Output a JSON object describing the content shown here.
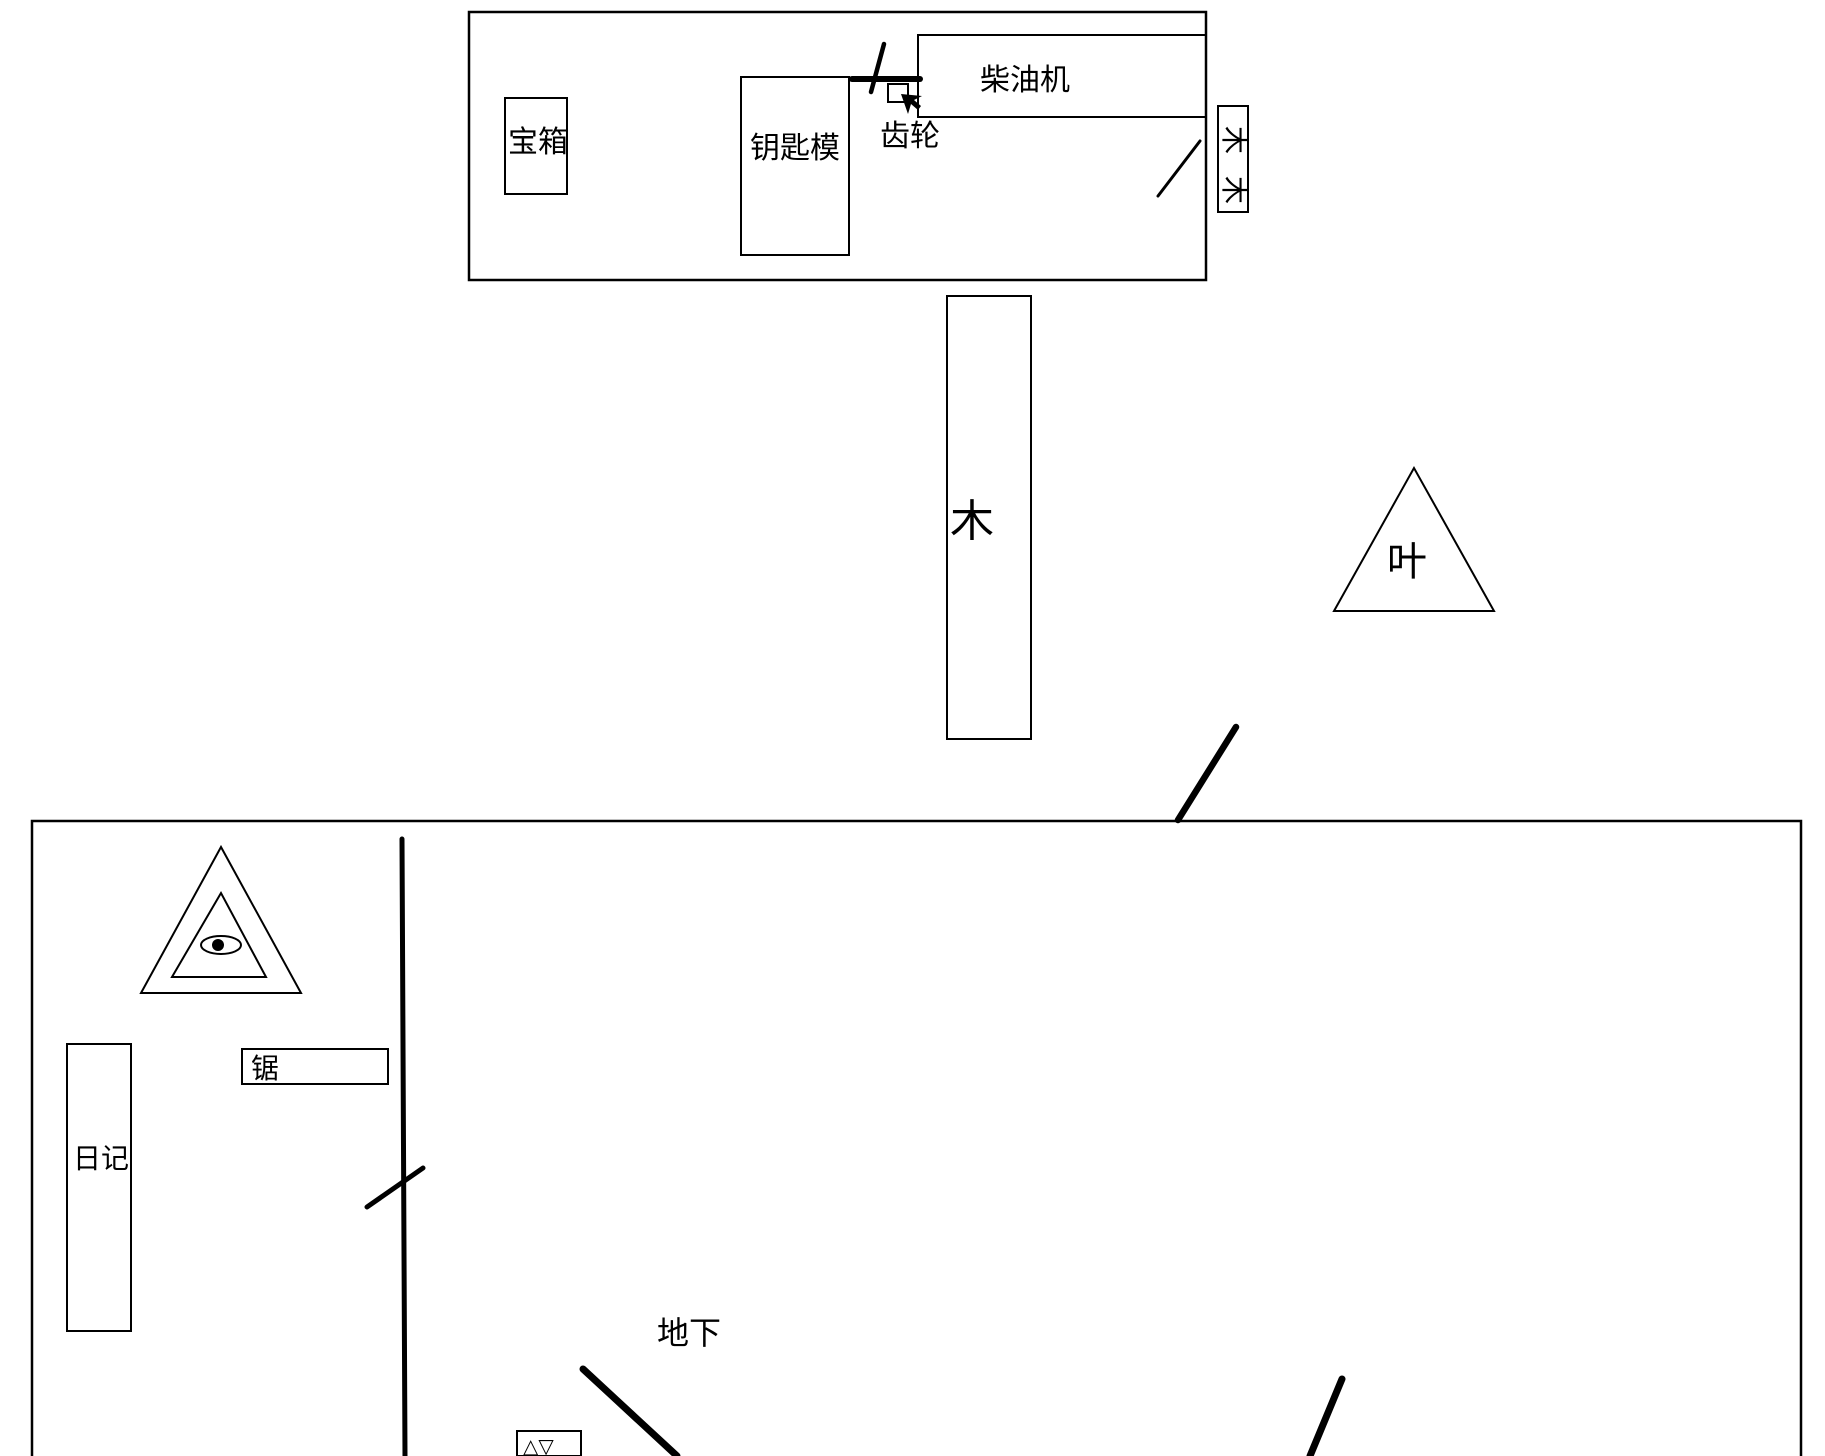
{
  "labels": {
    "chest": "宝箱",
    "key_mold": "钥匙模",
    "gear": "齿轮",
    "diesel_engine": "柴油机",
    "wood": "木",
    "leaf": "叶",
    "saw": "锯",
    "diary": "日记",
    "underground": "地下",
    "side_box": [
      "木",
      "木"
    ],
    "symbol_box": "△▽"
  }
}
